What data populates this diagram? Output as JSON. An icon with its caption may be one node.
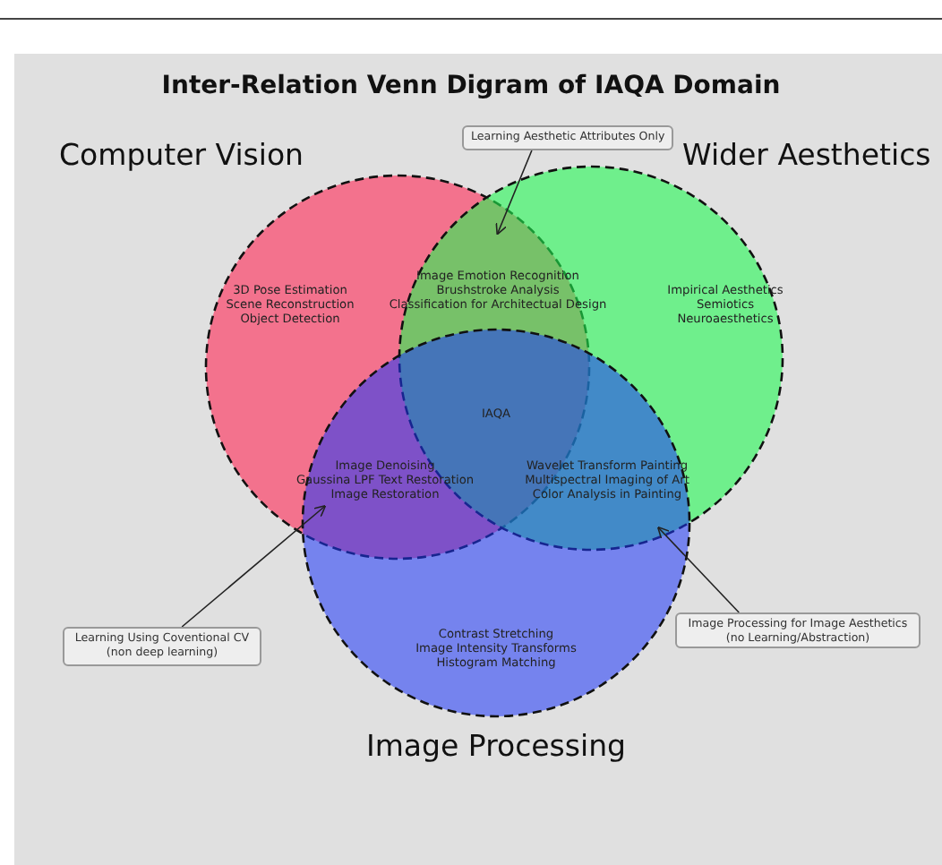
{
  "diagram": {
    "title": "Inter-Relation Venn Digram of IAQA Domain",
    "nodes": [
      {
        "text": [
          "Computer Vision",
          "3D Pose Estimation",
          "Scene Reconstruction",
          "Object Detection"
        ]
      },
      {
        "text": [
          "Wider Aesthetics",
          "Impirical Aesthetics",
          "Semiotics",
          "Neuroaesthetics"
        ]
      },
      {
        "text": [
          "Contrast Stretching",
          "Image Intensity Transforms",
          "Histogram Matching",
          "Image Processing"
        ]
      },
      {
        "text": [
          "Learning Aesthetic Attributes Only"
        ]
      },
      {
        "text": [
          "Learning Using Coventional CV (non deep learning)"
        ]
      },
      {
        "text": [
          "Image Processing for Image Aesthetics (no Learning/Abstraction)"
        ]
      }
    ],
    "edges": [
      {
        "from": 3,
        "to": 0,
        "arrow": "to"
      },
      {
        "from": 4,
        "to": 0,
        "arrow": "to"
      },
      {
        "from": 5,
        "to": 1,
        "arrow": "to"
      }
    ],
    "labels": [
      "Image Emotion Recognition",
      "Brushstroke Analysis",
      "Classification for Architectual Design",
      "IAQA",
      "Image Denoising",
      "Gaussina LPF Text Restoration",
      "Image Restoration",
      "Wavelet Transform Painting",
      "Multispectral Imaging of Art",
      "Color Analysis in Painting"
    ]
  }
}
